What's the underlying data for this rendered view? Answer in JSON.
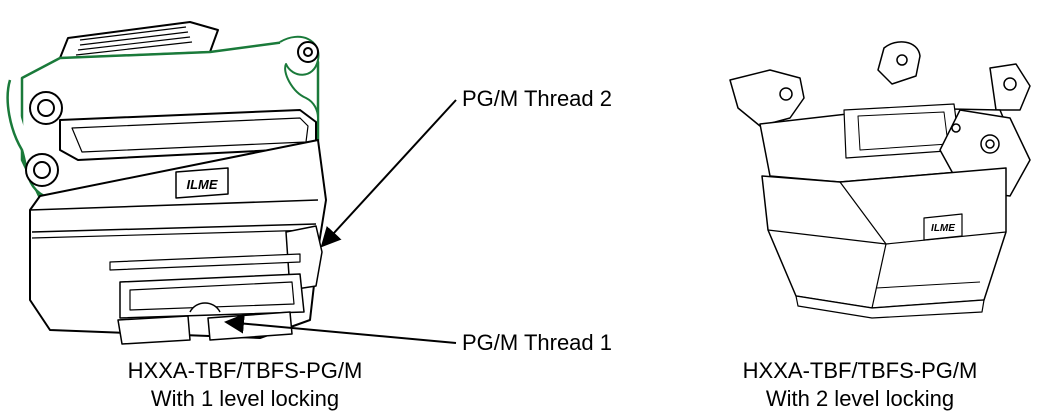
{
  "callouts": {
    "thread_2": "PG/M Thread 2",
    "thread_1": "PG/M Thread 1"
  },
  "products": [
    {
      "model": "HXXA-TBF/TBFS-PG/M",
      "description": "With 1 level locking",
      "logo": "ILME"
    },
    {
      "model": "HXXA-TBF/TBFS-PG/M",
      "description": "With 2 level locking",
      "logo": "ILME"
    }
  ],
  "colors": {
    "outline": "#000000",
    "highlight": "#1a7a3a",
    "fill": "#ffffff"
  }
}
